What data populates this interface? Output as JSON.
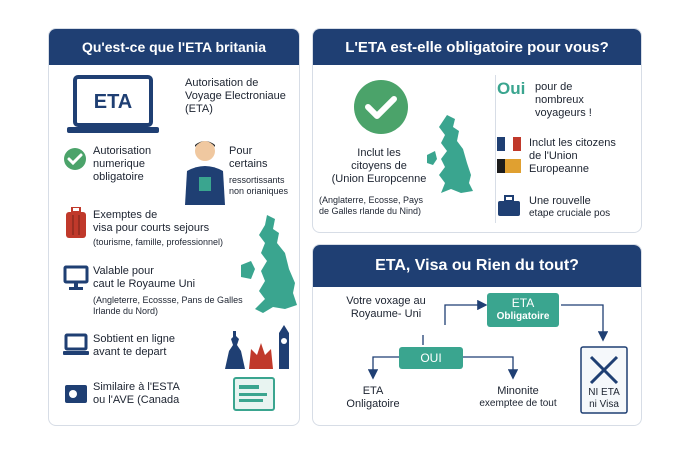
{
  "left": {
    "title": "Qu'est-ce que l'ETA britania",
    "eta_badge": "ETA",
    "def": [
      "Autorisation de",
      "Voyage Electroniaue",
      "(ETA)"
    ],
    "row1": [
      "Autorisation",
      "numerique",
      "obligatoire"
    ],
    "row1b": [
      "Pour",
      "certains"
    ],
    "row1c": [
      "ressortissants",
      "non orianiques"
    ],
    "row2": [
      "Exemptes de",
      "visa pour courts sejours"
    ],
    "row2b": "(tourisme, famille, professionnel)",
    "row3": [
      "Valable pour",
      "caut le Royaume Uni"
    ],
    "row3b": [
      "(Angleterre, Ecossse, Pans de Galles",
      "Irlande du Nord)"
    ],
    "row4": [
      "Sobtient en ligne",
      "avant te depart"
    ],
    "row5": [
      "Similaire à l'ESTA",
      "ou l'AVE (Canada"
    ]
  },
  "top_right": {
    "title": "L'ETA est-elle obligatoire pour vous?",
    "caption": [
      "Inclut les",
      "citoyens de",
      "(Union Europcenne"
    ],
    "caption_small": [
      "(Anglaterre, Ecosse, Pays",
      "de Galles   rlande du Nind)"
    ],
    "oui_label": "Oui",
    "oui_text": [
      "pour de",
      "nombreux",
      "voyageurs !"
    ],
    "eu_text": [
      "Inclut les citozens",
      "de l'Union",
      "Europeanne"
    ],
    "new_text": [
      "Une rouvelle",
      "etape cruciale pos"
    ]
  },
  "bottom_right": {
    "title": "ETA, Visa ou Rien du tout?",
    "q_text": [
      "Votre voxage au",
      "Royaume- Uni"
    ],
    "eta_box": [
      "ETA",
      "Obligatoire"
    ],
    "oui_box": "OUI",
    "left_out": [
      "ETA",
      "Onligatoire"
    ],
    "mid_out": [
      "Minonite",
      "exemptee de tout"
    ],
    "doc_text": [
      "NI ETA",
      "ni Visa"
    ]
  },
  "colors": {
    "navy": "#1f3f73",
    "teal": "#3aa58f",
    "green": "#4ba36a",
    "accent_red": "#c0392b"
  }
}
